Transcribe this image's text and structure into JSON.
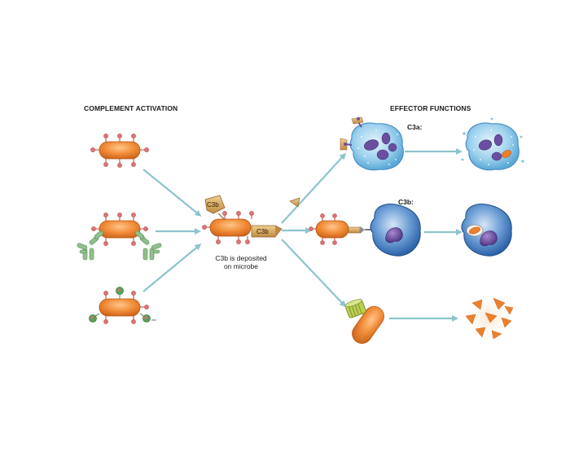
{
  "labels": {
    "complement_activation": "COMPLEMENT ACTIVATION",
    "effector_functions": "EFFECTOR FUNCTIONS",
    "c3a": "C3a:",
    "c3b": "C3b:",
    "c3b_fragment": "C3b",
    "c3b_deposited_line1": "C3b is deposited",
    "c3b_deposited_line2": "on microbe"
  },
  "colors": {
    "arrow": "#8cc4cc",
    "microbe": "#ee7f2a",
    "microbe_dark": "#b65512",
    "spike": "#d9727a",
    "antibody": "#8fbf8c",
    "lectin_cap": "#5aa05a",
    "c3b_fragment": "#d6a664",
    "mast_cell": "#8ec9e9",
    "mast_nucleus": "#6a4ea0",
    "phagocyte": "#4d86c8",
    "phagocyte_nucleus": "#5b3d8f",
    "mac_tube": "#b9cf52"
  }
}
